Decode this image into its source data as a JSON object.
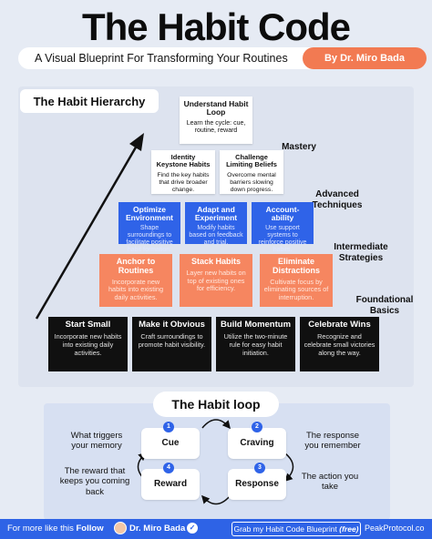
{
  "header": {
    "title": "The Habit Code",
    "subtitle": "A Visual Blueprint For Transforming Your Routines",
    "author": "By Dr. Miro Bada"
  },
  "hierarchy": {
    "title": "The Habit Hierarchy",
    "tiers": {
      "mastery": "Mastery",
      "advanced": "Advanced Techniques",
      "intermediate": "Intermediate Strategies",
      "foundational": "Foundational Basics"
    },
    "top": {
      "title": "Understand Habit Loop",
      "desc": "Learn the cycle: cue, routine, reward"
    },
    "mastery_blocks": [
      {
        "title": "Identity Keystone Habits",
        "desc": "Find the key habits that drive broader change."
      },
      {
        "title": "Challenge Limiting Beliefs",
        "desc": "Overcome mental barriers slowing down progress."
      }
    ],
    "advanced_blocks": [
      {
        "title": "Optimize Environment",
        "desc": "Shape surroundings to facilitate positive habit formation."
      },
      {
        "title": "Adapt and Experiment",
        "desc": "Modify habits based on feedback and trial."
      },
      {
        "title": "Account-ability",
        "desc": "Use support systems to reinforce positive habits."
      }
    ],
    "intermediate_blocks": [
      {
        "title": "Anchor to Routines",
        "desc": "Incorporate new habits into existing daily activities."
      },
      {
        "title": "Stack Habits",
        "desc": "Layer new habits on top of existing ones for efficiency."
      },
      {
        "title": "Eliminate Distractions",
        "desc": "Cultivate focus by eliminating sources of interruption."
      }
    ],
    "foundational_blocks": [
      {
        "title": "Start Small",
        "desc": "Incorporate new habits into existing daily activities."
      },
      {
        "title": "Make it Obvious",
        "desc": "Craft surroundings to promote habit visibility."
      },
      {
        "title": "Build Momentum",
        "desc": "Utilize the two-minute rule for easy habit initiation."
      },
      {
        "title": "Celebrate Wins",
        "desc": "Recognize and celebrate small victories along the way."
      }
    ]
  },
  "loop": {
    "title": "The Habit loop",
    "steps": [
      {
        "num": "1",
        "label": "Cue"
      },
      {
        "num": "2",
        "label": "Craving"
      },
      {
        "num": "3",
        "label": "Response"
      },
      {
        "num": "4",
        "label": "Reward"
      }
    ],
    "notes": {
      "cue": "What triggers your memory",
      "craving": "The response you remember",
      "response": "The action you take",
      "reward": "The reward that keeps you coming back"
    }
  },
  "footer": {
    "follow_prefix": "For more like this",
    "follow_word": "Follow",
    "name": "Dr. Miro Bada",
    "cta_main": "Grab my Habit Code Blueprint",
    "cta_free": "(free)",
    "site": "PeakProtocol.co"
  },
  "colors": {
    "blue": "#2f63e8",
    "orange": "#f68660",
    "black": "#101010",
    "accent_pill": "#f27a52",
    "footer": "#2e63e6"
  },
  "icons": [
    "arrow-up-right-icon",
    "check-badge-icon",
    "avatar",
    "cycle-arrows-icon"
  ]
}
